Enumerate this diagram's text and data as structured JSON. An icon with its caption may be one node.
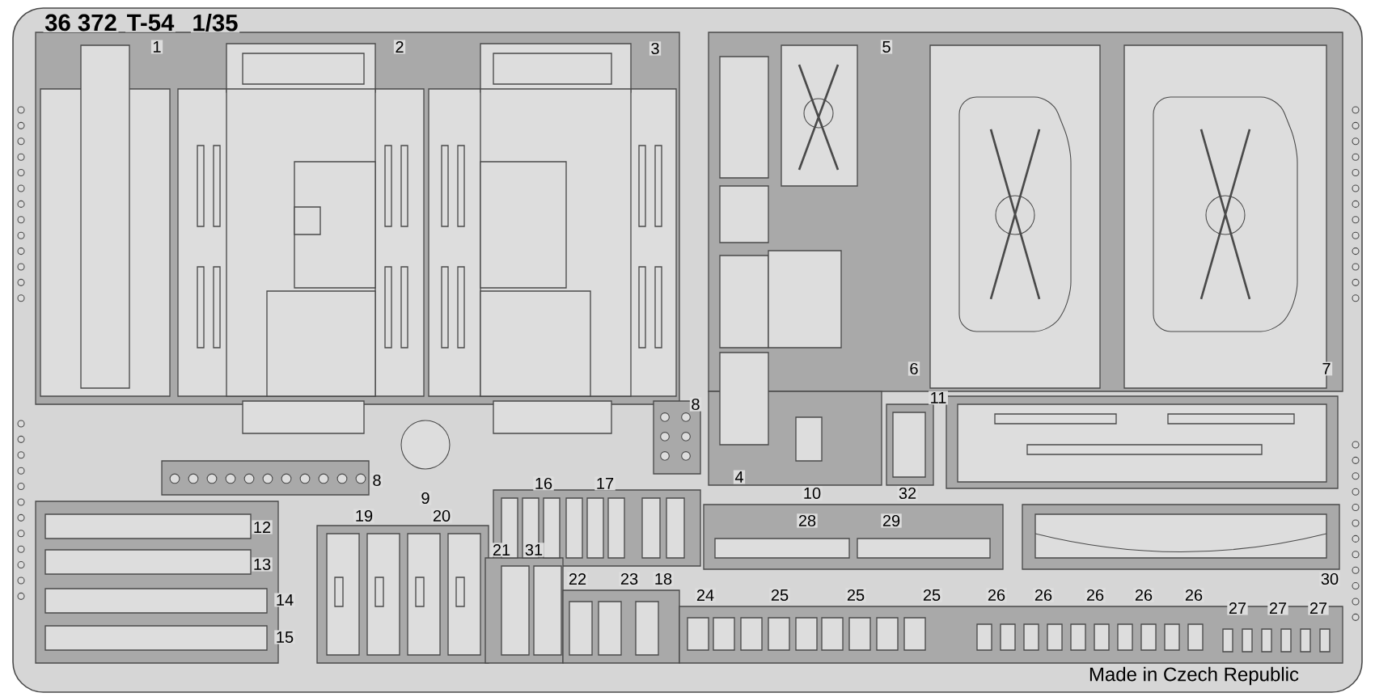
{
  "diagram": {
    "labels": [
      "36 372",
      "T-54",
      "1/35",
      "1",
      "2",
      "3",
      "5",
      "8",
      "6",
      "7",
      "11",
      "4",
      "10",
      "32",
      "8",
      "9",
      "16",
      "17",
      "12",
      "19",
      "20",
      "28",
      "29",
      "13",
      "21",
      "31",
      "22",
      "23",
      "18",
      "30",
      "24",
      "25",
      "25",
      "25",
      "26",
      "26",
      "26",
      "26",
      "26",
      "14",
      "27",
      "27",
      "27",
      "15",
      "Made in Czech Republic"
    ]
  }
}
